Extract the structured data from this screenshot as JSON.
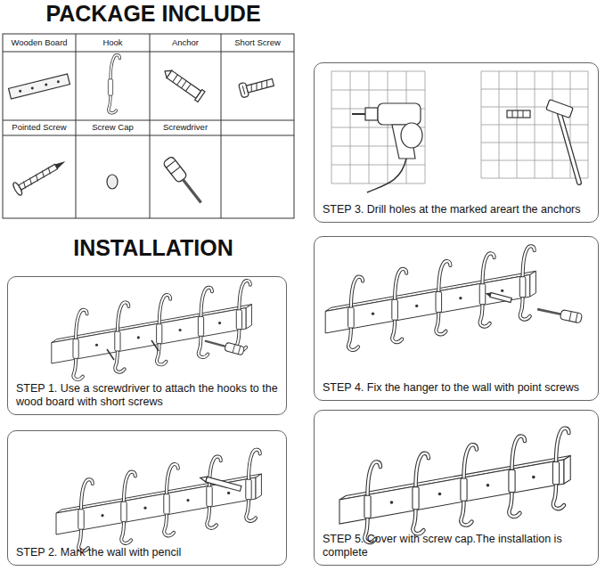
{
  "diagram": {
    "title": "PACKAGE INCLUDE",
    "nodes": [
      {
        "text": [
          "STEP 1. Use a screwdriver to attach the hooks to the wood board with short screws"
        ]
      },
      {
        "text": [
          "STEP 2. Mark the wall with pencil"
        ]
      },
      {
        "text": [
          "STEP 3. Drill holes at the marked areart the anchors"
        ]
      },
      {
        "text": [
          "STEP 4. Fix the hanger to the wall with point screws"
        ]
      },
      {
        "text": [
          "STEP 5. Cover with screw cap.The installation is complete"
        ]
      }
    ],
    "labels": [
      "INSTALLATION",
      "Wooden Board",
      "Hook",
      "Anchor",
      "Short Screw",
      "Pointed Screw",
      "Screw Cap",
      "Screwdriver"
    ]
  }
}
